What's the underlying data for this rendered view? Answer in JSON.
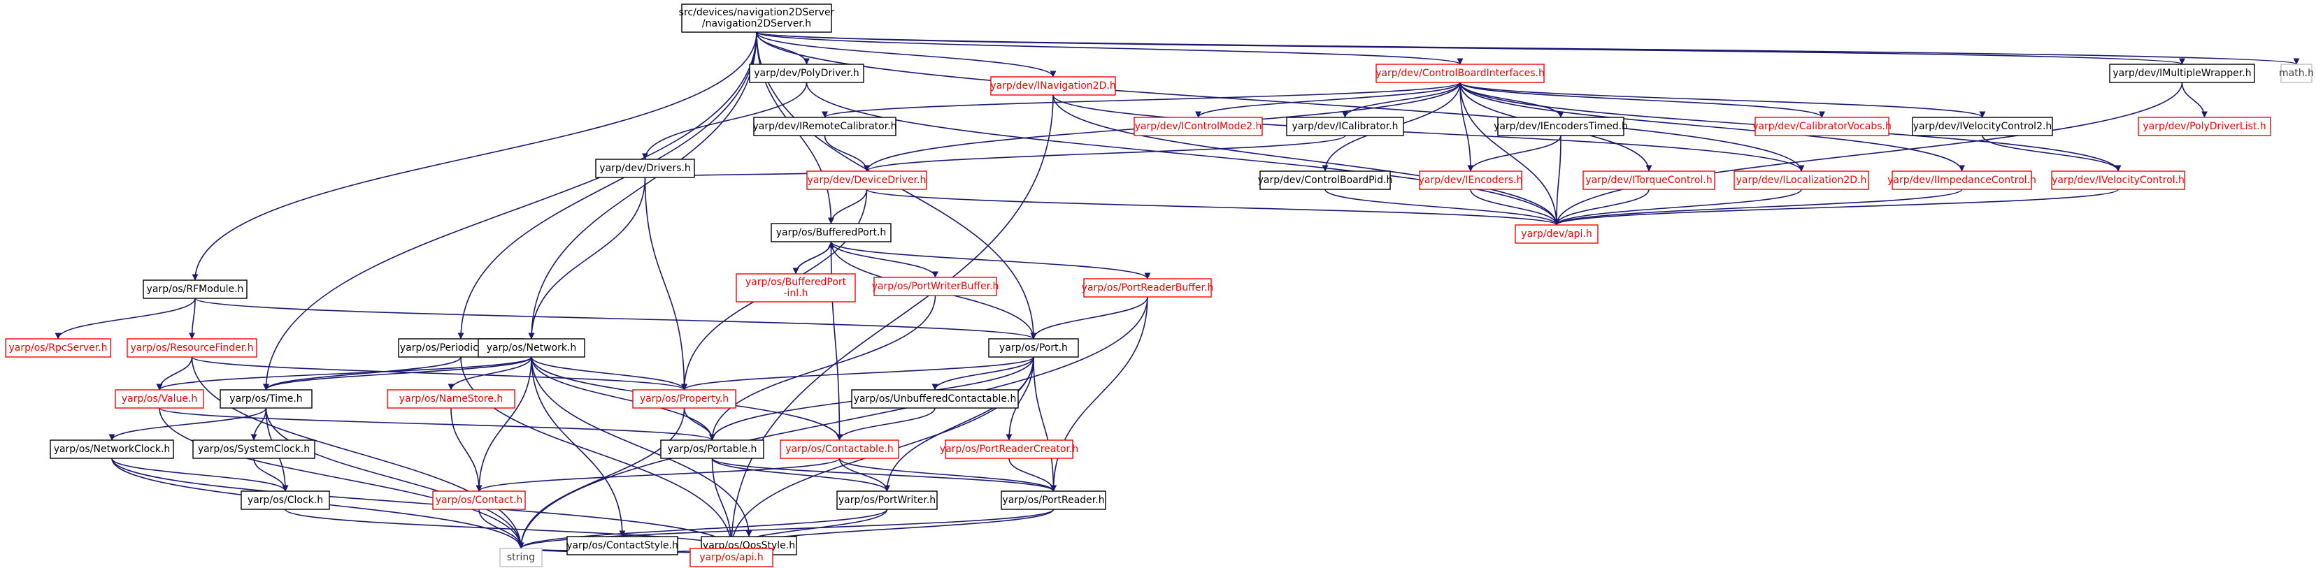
{
  "diagram_type": "include-dependency-graph",
  "colors": {
    "edge": "#191970",
    "node_border_default": "#000000",
    "node_border_missing": "#ff0000",
    "node_border_external": "#bfbfbf",
    "root_fill": "#bfbfbf",
    "text_default": "#000000",
    "text_missing": "#ff0000",
    "text_external": "#404040"
  },
  "nodes": [
    {
      "id": "root",
      "lines": [
        "src/devices/navigation2DServer",
        "/navigation2DServer.h"
      ],
      "kind": "root"
    },
    {
      "id": "polydriver",
      "lines": [
        "yarp/dev/PolyDriver.h"
      ],
      "kind": "default"
    },
    {
      "id": "inav2d",
      "lines": [
        "yarp/dev/INavigation2D.h"
      ],
      "kind": "missing"
    },
    {
      "id": "cbi",
      "lines": [
        "yarp/dev/ControlBoardInterfaces.h"
      ],
      "kind": "missing"
    },
    {
      "id": "imw",
      "lines": [
        "yarp/dev/IMultipleWrapper.h"
      ],
      "kind": "default"
    },
    {
      "id": "mathh",
      "lines": [
        "math.h"
      ],
      "kind": "external"
    },
    {
      "id": "drivers",
      "lines": [
        "yarp/dev/Drivers.h"
      ],
      "kind": "default"
    },
    {
      "id": "iremcal",
      "lines": [
        "yarp/dev/IRemoteCalibrator.h"
      ],
      "kind": "default"
    },
    {
      "id": "icm2",
      "lines": [
        "yarp/dev/IControlMode2.h"
      ],
      "kind": "missing"
    },
    {
      "id": "ical",
      "lines": [
        "yarp/dev/ICalibrator.h"
      ],
      "kind": "default"
    },
    {
      "id": "ienct",
      "lines": [
        "yarp/dev/IEncodersTimed.h"
      ],
      "kind": "default"
    },
    {
      "id": "calvoc",
      "lines": [
        "yarp/dev/CalibratorVocabs.h"
      ],
      "kind": "missing"
    },
    {
      "id": "ivc2",
      "lines": [
        "yarp/dev/IVelocityControl2.h"
      ],
      "kind": "default"
    },
    {
      "id": "pdl",
      "lines": [
        "yarp/dev/PolyDriverList.h"
      ],
      "kind": "missing"
    },
    {
      "id": "devdrv",
      "lines": [
        "yarp/dev/DeviceDriver.h"
      ],
      "kind": "missing"
    },
    {
      "id": "cbpid",
      "lines": [
        "yarp/dev/ControlBoardPid.h"
      ],
      "kind": "default"
    },
    {
      "id": "ienc",
      "lines": [
        "yarp/dev/IEncoders.h"
      ],
      "kind": "missing"
    },
    {
      "id": "itc",
      "lines": [
        "yarp/dev/ITorqueControl.h"
      ],
      "kind": "missing"
    },
    {
      "id": "iloc",
      "lines": [
        "yarp/dev/ILocalization2D.h"
      ],
      "kind": "missing"
    },
    {
      "id": "iimp",
      "lines": [
        "yarp/dev/IImpedanceControl.h"
      ],
      "kind": "missing"
    },
    {
      "id": "ivc",
      "lines": [
        "yarp/dev/IVelocityControl.h"
      ],
      "kind": "missing"
    },
    {
      "id": "devapi",
      "lines": [
        "yarp/dev/api.h"
      ],
      "kind": "missing"
    },
    {
      "id": "bport",
      "lines": [
        "yarp/os/BufferedPort.h"
      ],
      "kind": "default"
    },
    {
      "id": "bportinl",
      "lines": [
        "yarp/os/BufferedPort",
        "-inl.h"
      ],
      "kind": "missing"
    },
    {
      "id": "pwb",
      "lines": [
        "yarp/os/PortWriterBuffer.h"
      ],
      "kind": "missing"
    },
    {
      "id": "prb",
      "lines": [
        "yarp/os/PortReaderBuffer.h"
      ],
      "kind": "missing"
    },
    {
      "id": "rfmod",
      "lines": [
        "yarp/os/RFModule.h"
      ],
      "kind": "default"
    },
    {
      "id": "rpcs",
      "lines": [
        "yarp/os/RpcServer.h"
      ],
      "kind": "missing"
    },
    {
      "id": "resf",
      "lines": [
        "yarp/os/ResourceFinder.h"
      ],
      "kind": "missing"
    },
    {
      "id": "pthr",
      "lines": [
        "yarp/os/PeriodicThread.h"
      ],
      "kind": "default"
    },
    {
      "id": "netw",
      "lines": [
        "yarp/os/Network.h"
      ],
      "kind": "default"
    },
    {
      "id": "port",
      "lines": [
        "yarp/os/Port.h"
      ],
      "kind": "default"
    },
    {
      "id": "value",
      "lines": [
        "yarp/os/Value.h"
      ],
      "kind": "missing"
    },
    {
      "id": "time",
      "lines": [
        "yarp/os/Time.h"
      ],
      "kind": "default"
    },
    {
      "id": "nstore",
      "lines": [
        "yarp/os/NameStore.h"
      ],
      "kind": "missing"
    },
    {
      "id": "prop",
      "lines": [
        "yarp/os/Property.h"
      ],
      "kind": "missing"
    },
    {
      "id": "unbuf",
      "lines": [
        "yarp/os/UnbufferedContactable.h"
      ],
      "kind": "default"
    },
    {
      "id": "netclk",
      "lines": [
        "yarp/os/NetworkClock.h"
      ],
      "kind": "default"
    },
    {
      "id": "sysclk",
      "lines": [
        "yarp/os/SystemClock.h"
      ],
      "kind": "default"
    },
    {
      "id": "portable",
      "lines": [
        "yarp/os/Portable.h"
      ],
      "kind": "default"
    },
    {
      "id": "contable",
      "lines": [
        "yarp/os/Contactable.h"
      ],
      "kind": "missing"
    },
    {
      "id": "prc",
      "lines": [
        "yarp/os/PortReaderCreator.h"
      ],
      "kind": "missing"
    },
    {
      "id": "clock",
      "lines": [
        "yarp/os/Clock.h"
      ],
      "kind": "default"
    },
    {
      "id": "contact",
      "lines": [
        "yarp/os/Contact.h"
      ],
      "kind": "missing"
    },
    {
      "id": "cstyle",
      "lines": [
        "yarp/os/ContactStyle.h"
      ],
      "kind": "default"
    },
    {
      "id": "qos",
      "lines": [
        "yarp/os/QosStyle.h"
      ],
      "kind": "default"
    },
    {
      "id": "pwriter",
      "lines": [
        "yarp/os/PortWriter.h"
      ],
      "kind": "default"
    },
    {
      "id": "preader",
      "lines": [
        "yarp/os/PortReader.h"
      ],
      "kind": "default"
    },
    {
      "id": "string",
      "lines": [
        "string"
      ],
      "kind": "external"
    },
    {
      "id": "osapi",
      "lines": [
        "yarp/os/api.h"
      ],
      "kind": "missing"
    }
  ],
  "edges": [
    [
      "root",
      "polydriver"
    ],
    [
      "root",
      "inav2d"
    ],
    [
      "root",
      "cbi"
    ],
    [
      "root",
      "imw"
    ],
    [
      "root",
      "mathh"
    ],
    [
      "root",
      "bport"
    ],
    [
      "root",
      "rfmod"
    ],
    [
      "root",
      "pthr"
    ],
    [
      "root",
      "netw"
    ],
    [
      "root",
      "time"
    ],
    [
      "root",
      "port"
    ],
    [
      "root",
      "iloc"
    ],
    [
      "polydriver",
      "drivers"
    ],
    [
      "polydriver",
      "devapi"
    ],
    [
      "drivers",
      "devdrv"
    ],
    [
      "drivers",
      "netw"
    ],
    [
      "drivers",
      "prop"
    ],
    [
      "inav2d",
      "devapi"
    ],
    [
      "inav2d",
      "iloc"
    ],
    [
      "inav2d",
      "osapi"
    ],
    [
      "cbi",
      "iremcal"
    ],
    [
      "cbi",
      "icm2"
    ],
    [
      "cbi",
      "ical"
    ],
    [
      "cbi",
      "ienct"
    ],
    [
      "cbi",
      "calvoc"
    ],
    [
      "cbi",
      "ivc2"
    ],
    [
      "cbi",
      "devdrv"
    ],
    [
      "cbi",
      "cbpid"
    ],
    [
      "cbi",
      "ienc"
    ],
    [
      "cbi",
      "itc"
    ],
    [
      "cbi",
      "iimp"
    ],
    [
      "cbi",
      "ivc"
    ],
    [
      "cbi",
      "devapi"
    ],
    [
      "imw",
      "pdl"
    ],
    [
      "imw",
      "devapi"
    ],
    [
      "iremcal",
      "devdrv"
    ],
    [
      "ical",
      "devdrv"
    ],
    [
      "ienct",
      "ienc"
    ],
    [
      "ienct",
      "devapi"
    ],
    [
      "ivc2",
      "ivc"
    ],
    [
      "devdrv",
      "bport"
    ],
    [
      "devdrv",
      "devapi"
    ],
    [
      "devdrv",
      "prop"
    ],
    [
      "cbpid",
      "devapi"
    ],
    [
      "ienc",
      "devapi"
    ],
    [
      "itc",
      "devapi"
    ],
    [
      "iloc",
      "devapi"
    ],
    [
      "iimp",
      "devapi"
    ],
    [
      "ivc",
      "devapi"
    ],
    [
      "bport",
      "bportinl"
    ],
    [
      "bportinl",
      "bport"
    ],
    [
      "bport",
      "pwb"
    ],
    [
      "bport",
      "prb"
    ],
    [
      "bport",
      "port"
    ],
    [
      "bport",
      "contable"
    ],
    [
      "pwb",
      "portable"
    ],
    [
      "prb",
      "port"
    ],
    [
      "prb",
      "preader"
    ],
    [
      "prb",
      "string"
    ],
    [
      "rfmod",
      "rpcs"
    ],
    [
      "rfmod",
      "resf"
    ],
    [
      "rfmod",
      "port"
    ],
    [
      "resf",
      "value"
    ],
    [
      "resf",
      "prop"
    ],
    [
      "resf",
      "string"
    ],
    [
      "pthr",
      "time"
    ],
    [
      "pthr",
      "osapi"
    ],
    [
      "netw",
      "value"
    ],
    [
      "netw",
      "time"
    ],
    [
      "netw",
      "nstore"
    ],
    [
      "netw",
      "prop"
    ],
    [
      "netw",
      "portable"
    ],
    [
      "netw",
      "contact"
    ],
    [
      "netw",
      "cstyle"
    ],
    [
      "netw",
      "qos"
    ],
    [
      "netw",
      "contable"
    ],
    [
      "port",
      "unbuf"
    ],
    [
      "port",
      "portable"
    ],
    [
      "port",
      "prc"
    ],
    [
      "port",
      "pwriter"
    ],
    [
      "port",
      "preader"
    ],
    [
      "port",
      "osapi"
    ],
    [
      "port",
      "prop"
    ],
    [
      "value",
      "portable"
    ],
    [
      "value",
      "string"
    ],
    [
      "time",
      "netclk"
    ],
    [
      "time",
      "sysclk"
    ],
    [
      "time",
      "clock"
    ],
    [
      "time",
      "string"
    ],
    [
      "nstore",
      "contact"
    ],
    [
      "prop",
      "portable"
    ],
    [
      "prop",
      "string"
    ],
    [
      "unbuf",
      "contable"
    ],
    [
      "netclk",
      "clock"
    ],
    [
      "netclk",
      "string"
    ],
    [
      "netclk",
      "osapi"
    ],
    [
      "sysclk",
      "clock"
    ],
    [
      "portable",
      "pwriter"
    ],
    [
      "portable",
      "preader"
    ],
    [
      "portable",
      "osapi"
    ],
    [
      "contable",
      "contact"
    ],
    [
      "contable",
      "pwriter"
    ],
    [
      "contable",
      "preader"
    ],
    [
      "prc",
      "preader"
    ],
    [
      "clock",
      "osapi"
    ],
    [
      "contact",
      "string"
    ],
    [
      "cstyle",
      "string"
    ],
    [
      "cstyle",
      "osapi"
    ],
    [
      "qos",
      "string"
    ],
    [
      "qos",
      "osapi"
    ],
    [
      "pwriter",
      "string"
    ],
    [
      "pwriter",
      "osapi"
    ],
    [
      "preader",
      "string"
    ],
    [
      "preader",
      "osapi"
    ]
  ]
}
